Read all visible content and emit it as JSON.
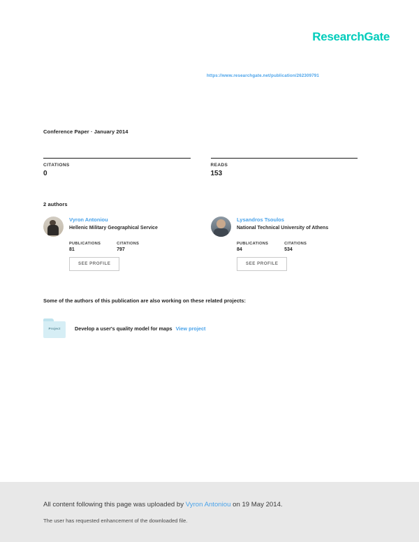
{
  "brand": {
    "logo_text": "ResearchGate",
    "accent_color": "#00CCBB",
    "link_color": "#4aa3ea"
  },
  "header": {
    "publication_url": "https://www.researchgate.net/publication/262309791"
  },
  "publication": {
    "meta_line": "Conference Paper · January 2014"
  },
  "stats": [
    {
      "label": "CITATIONS",
      "value": "0"
    },
    {
      "label": "READS",
      "value": "153"
    }
  ],
  "authors_section": {
    "heading": "2 authors",
    "authors": [
      {
        "name": "Vyron Antoniou",
        "affiliation": "Hellenic Military Geographical Service",
        "avatar": "author-photo-avatar",
        "stats": [
          {
            "label": "PUBLICATIONS",
            "value": "81"
          },
          {
            "label": "CITATIONS",
            "value": "797"
          }
        ],
        "profile_button": "SEE PROFILE"
      },
      {
        "name": "Lysandros Tsoulos",
        "affiliation": "National Technical University of Athens",
        "avatar": "author-photo-avatar",
        "stats": [
          {
            "label": "PUBLICATIONS",
            "value": "84"
          },
          {
            "label": "CITATIONS",
            "value": "534"
          }
        ],
        "profile_button": "SEE PROFILE"
      }
    ]
  },
  "projects_section": {
    "heading": "Some of the authors of this publication are also working on these related projects:",
    "project": {
      "icon_label": "Project",
      "title": "Develop a user's quality model for maps",
      "link_label": "View project"
    }
  },
  "footer": {
    "line_prefix": "All content following this page was uploaded by ",
    "uploader": "Vyron Antoniou",
    "line_suffix": " on 19 May 2014.",
    "note": "The user has requested enhancement of the downloaded file."
  }
}
